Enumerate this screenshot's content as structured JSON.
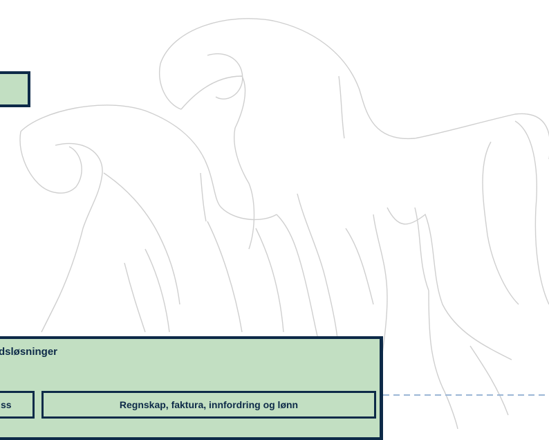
{
  "panel": {
    "title": "dsløsninger",
    "left_box_label": "ss",
    "right_box_label": "Regnskap, faktura, innfordring og lønn"
  },
  "colors": {
    "box_fill": "#c2dfc2",
    "box_border": "#0d2a48",
    "horse_outline": "#cfcfcf",
    "dashed_line": "#9bb6d6"
  }
}
